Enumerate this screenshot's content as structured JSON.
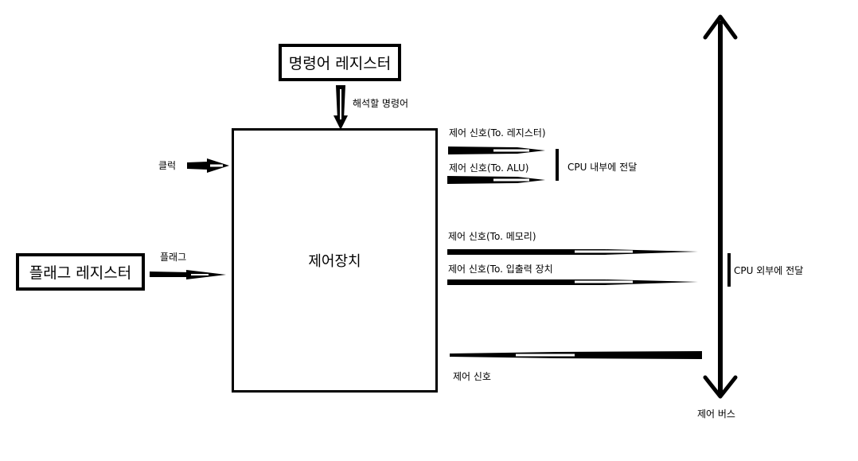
{
  "boxes": {
    "instruction_register": "명령어 레지스터",
    "flag_register": "플래그 레지스터",
    "control_unit": "제어장치"
  },
  "inputs": {
    "decode_instruction": "해석할 명령어",
    "clock": "클럭",
    "flag": "플래그"
  },
  "signals": {
    "to_register": "제어 신호(To. 레지스터)",
    "to_alu": "제어 신호(To. ALU)",
    "to_memory": "제어 신호(To. 메모리)",
    "to_io": "제어 신호(To. 입출력 장치",
    "control_signal": "제어 신호"
  },
  "groups": {
    "inside_cpu": "CPU 내부에 전달",
    "outside_cpu": "CPU 외부에 전달"
  },
  "bus": {
    "label": "제어 버스"
  },
  "colors": {
    "ink": "#000000",
    "background": "#ffffff"
  }
}
